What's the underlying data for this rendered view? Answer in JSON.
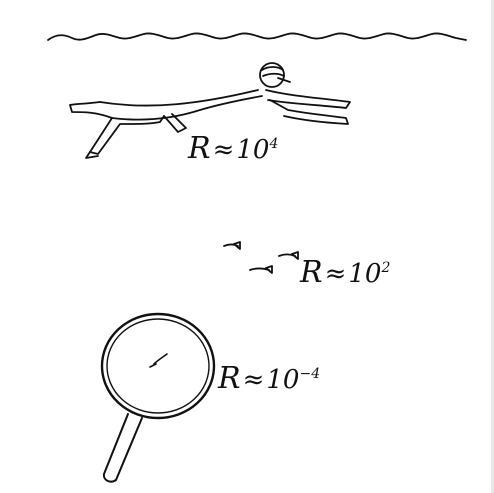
{
  "annotations": {
    "swimmer": {
      "symbol": "R",
      "approx": "≈",
      "base": "10",
      "exponent": "4"
    },
    "fish": {
      "symbol": "R",
      "approx": "≈",
      "base": "10",
      "exponent": "2"
    },
    "microbe": {
      "symbol": "R",
      "approx": "≈",
      "base": "10",
      "exponent": "−4"
    }
  },
  "stroke_color": "#111111"
}
